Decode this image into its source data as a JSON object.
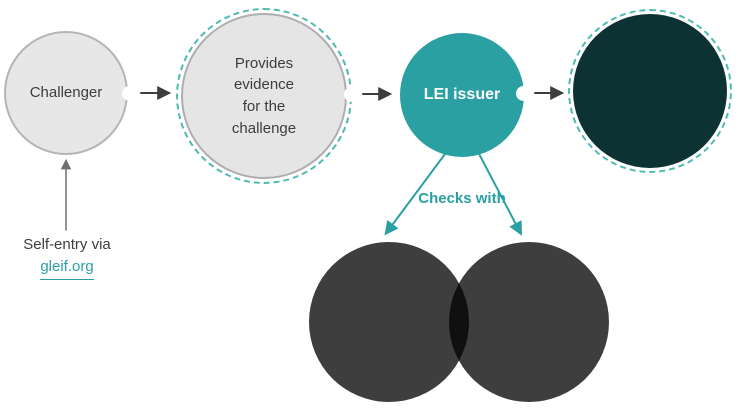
{
  "nodes": {
    "challenger": {
      "label": "Challenger"
    },
    "evidence": {
      "lines": [
        "Provides",
        "evidence",
        "for the",
        "challenge"
      ]
    },
    "lei_issuer": {
      "label": "LEI issuer"
    }
  },
  "annotations": {
    "self_entry_text": "Self-entry via",
    "self_entry_link": "gleif.org",
    "checks_with": "Checks with"
  },
  "colors": {
    "teal": "#2aa0a2",
    "teal_dashed": "#4fbab2",
    "dark_teal": "#0c3234",
    "node_fill_gray": "#e7e7e7",
    "node_border_gray": "#b5b5b5",
    "venn_dark_gray": "#3e3e3e",
    "text_dark": "#3d3d3d",
    "arrow_dark": "#3d3d3d",
    "arrow_gray": "#707070",
    "background": "#ffffff"
  }
}
